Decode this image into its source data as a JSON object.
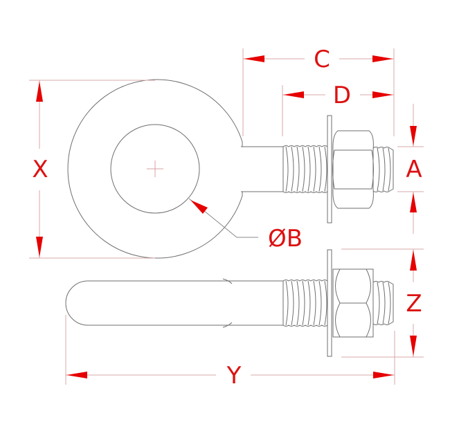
{
  "diagram": {
    "type": "technical-drawing",
    "subject": "eye bolt with washer and hex nut",
    "views": [
      "front view",
      "side view"
    ],
    "colors": {
      "part_line": "#6e6e6e",
      "dimension_line": "#d8a8a8",
      "arrow": "#e60000",
      "label": "#dd1111",
      "background": "#ffffff"
    }
  },
  "dimensions": {
    "C": {
      "label": "C",
      "orientation": "horizontal"
    },
    "D": {
      "label": "D",
      "orientation": "horizontal"
    },
    "X": {
      "label": "X",
      "orientation": "vertical"
    },
    "A": {
      "label": "A",
      "orientation": "vertical"
    },
    "B": {
      "label": "ØB",
      "orientation": "leader"
    },
    "Z": {
      "label": "Z",
      "orientation": "vertical"
    },
    "Y": {
      "label": "Y",
      "orientation": "horizontal"
    }
  }
}
